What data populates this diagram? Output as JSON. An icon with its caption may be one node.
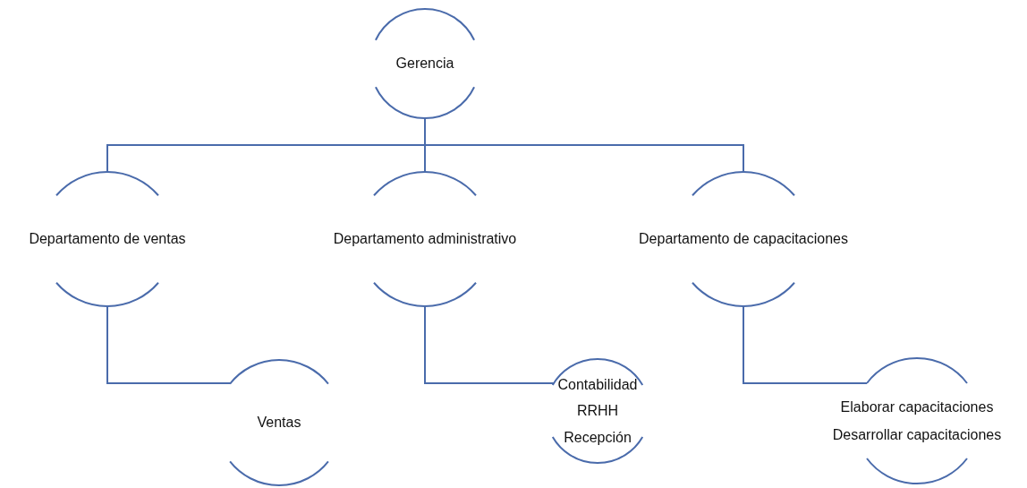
{
  "diagram": {
    "nodes": [
      {
        "text": [
          "Gerencia"
        ]
      },
      {
        "text": [
          "Departamento de ventas"
        ]
      },
      {
        "text": [
          "Departamento administrativo"
        ]
      },
      {
        "text": [
          "Departamento de capacitaciones"
        ]
      },
      {
        "text": [
          "Ventas"
        ]
      },
      {
        "text": [
          "Contabilidad",
          "RRHH",
          "Recepción"
        ]
      },
      {
        "text": [
          "Elaborar capacitaciones",
          "Desarrollar capacitaciones"
        ]
      }
    ],
    "edges": [
      {
        "from": 0,
        "to": 1,
        "arrow": "none"
      },
      {
        "from": 0,
        "to": 2,
        "arrow": "none"
      },
      {
        "from": 0,
        "to": 3,
        "arrow": "none"
      },
      {
        "from": 1,
        "to": 4,
        "arrow": "none"
      },
      {
        "from": 2,
        "to": 5,
        "arrow": "none"
      },
      {
        "from": 3,
        "to": 6,
        "arrow": "none"
      }
    ]
  }
}
